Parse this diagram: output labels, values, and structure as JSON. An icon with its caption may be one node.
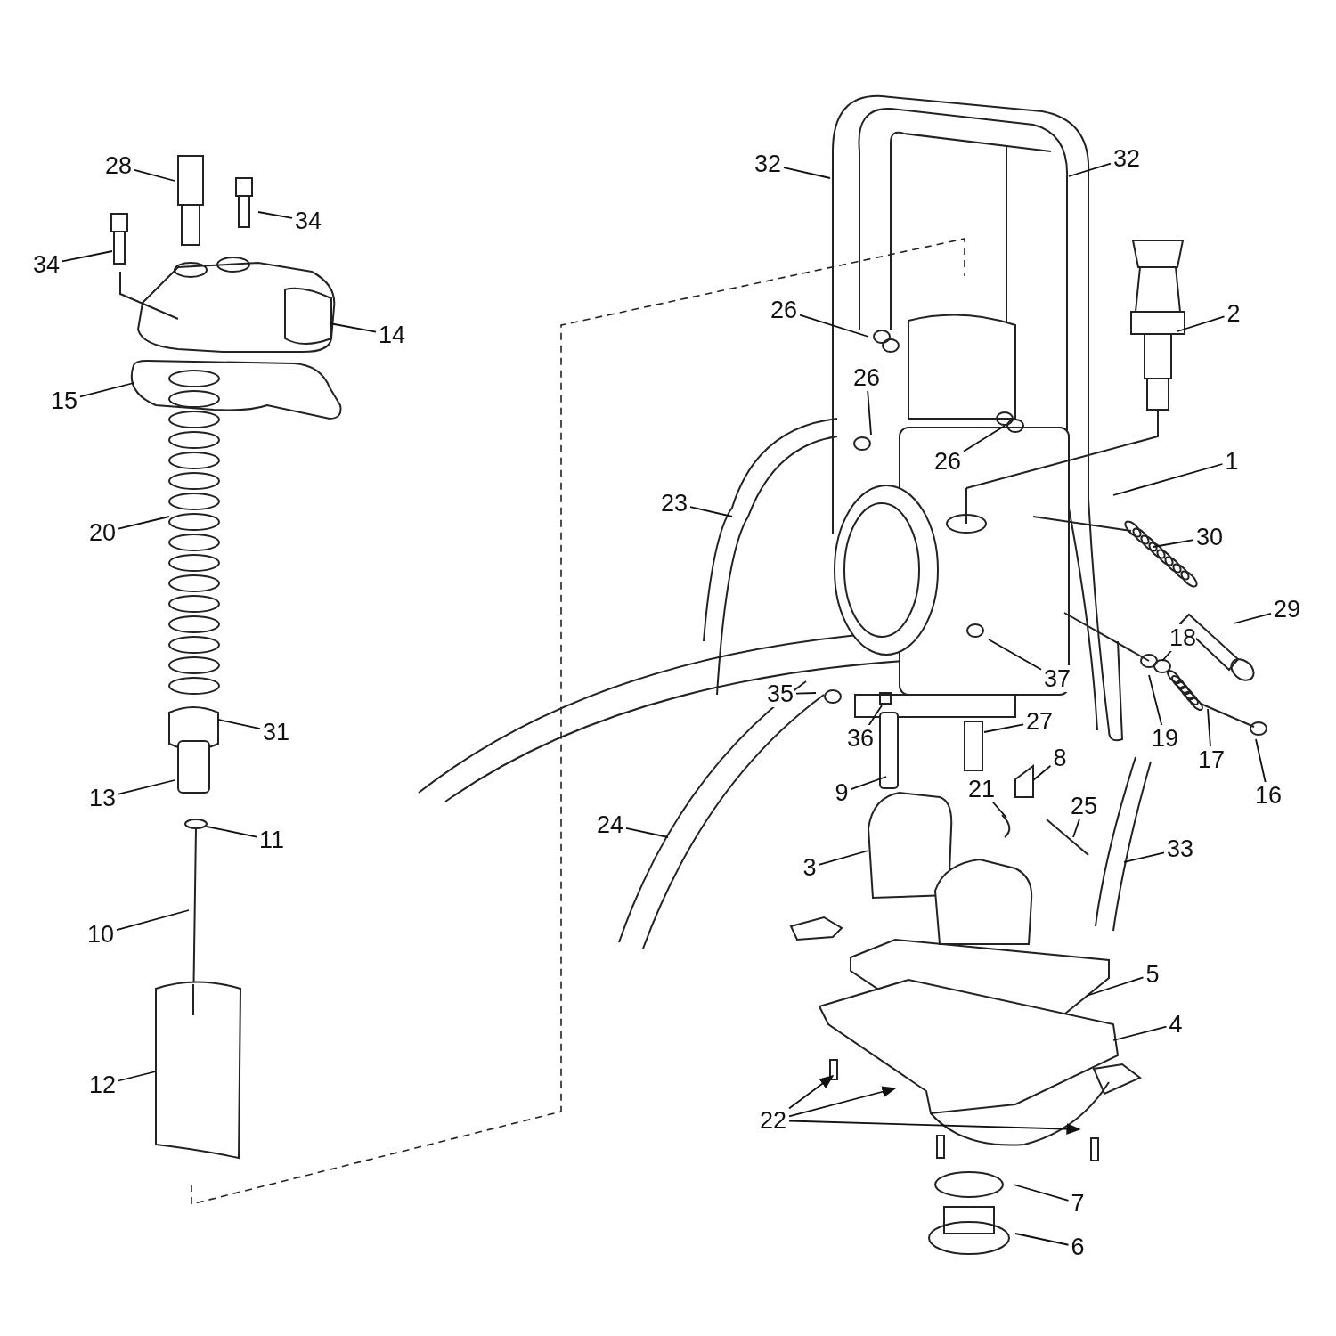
{
  "diagram": {
    "nodes": [
      {
        "text": [
          "28"
        ]
      },
      {
        "text": [
          "34"
        ]
      },
      {
        "text": [
          "34"
        ]
      },
      {
        "text": [
          "14"
        ]
      },
      {
        "text": [
          "15"
        ]
      },
      {
        "text": [
          "20"
        ]
      },
      {
        "text": [
          "31"
        ]
      },
      {
        "text": [
          "13"
        ]
      },
      {
        "text": [
          "11"
        ]
      },
      {
        "text": [
          "10"
        ]
      },
      {
        "text": [
          "12"
        ]
      },
      {
        "text": [
          "32"
        ]
      },
      {
        "text": [
          "32"
        ]
      },
      {
        "text": [
          "26"
        ]
      },
      {
        "text": [
          "2"
        ]
      },
      {
        "text": [
          "26"
        ]
      },
      {
        "text": [
          "26"
        ]
      },
      {
        "text": [
          "1"
        ]
      },
      {
        "text": [
          "23"
        ]
      },
      {
        "text": [
          "30"
        ]
      },
      {
        "text": [
          "29"
        ]
      },
      {
        "text": [
          "18"
        ]
      },
      {
        "text": [
          "37"
        ]
      },
      {
        "text": [
          "35"
        ]
      },
      {
        "text": [
          "19"
        ]
      },
      {
        "text": [
          "36"
        ]
      },
      {
        "text": [
          "27"
        ]
      },
      {
        "text": [
          "8"
        ]
      },
      {
        "text": [
          "17"
        ]
      },
      {
        "text": [
          "16"
        ]
      },
      {
        "text": [
          "9"
        ]
      },
      {
        "text": [
          "21"
        ]
      },
      {
        "text": [
          "25"
        ]
      },
      {
        "text": [
          "24"
        ]
      },
      {
        "text": [
          "33"
        ]
      },
      {
        "text": [
          "3"
        ]
      },
      {
        "text": [
          "5"
        ]
      },
      {
        "text": [
          "4"
        ]
      },
      {
        "text": [
          "22"
        ]
      },
      {
        "text": [
          "7"
        ]
      },
      {
        "text": [
          "6"
        ]
      }
    ],
    "edges": [
      {
        "from": 0,
        "to": null,
        "arrow": "none"
      },
      {
        "from": 1,
        "to": null,
        "arrow": "none"
      },
      {
        "from": 2,
        "to": null,
        "arrow": "none"
      },
      {
        "from": 3,
        "to": null,
        "arrow": "none"
      },
      {
        "from": 4,
        "to": null,
        "arrow": "none"
      },
      {
        "from": 5,
        "to": null,
        "arrow": "none"
      },
      {
        "from": 6,
        "to": null,
        "arrow": "none"
      },
      {
        "from": 7,
        "to": null,
        "arrow": "none"
      },
      {
        "from": 8,
        "to": null,
        "arrow": "none"
      },
      {
        "from": 9,
        "to": null,
        "arrow": "none"
      },
      {
        "from": 10,
        "to": null,
        "arrow": "none"
      },
      {
        "from": 11,
        "to": null,
        "arrow": "none"
      },
      {
        "from": 12,
        "to": null,
        "arrow": "none"
      },
      {
        "from": 13,
        "to": null,
        "arrow": "none"
      },
      {
        "from": 14,
        "to": null,
        "arrow": "none"
      },
      {
        "from": 15,
        "to": null,
        "arrow": "none"
      },
      {
        "from": 16,
        "to": null,
        "arrow": "none"
      },
      {
        "from": 17,
        "to": null,
        "arrow": "none"
      },
      {
        "from": 18,
        "to": null,
        "arrow": "none"
      },
      {
        "from": 19,
        "to": null,
        "arrow": "none"
      },
      {
        "from": 20,
        "to": null,
        "arrow": "none"
      },
      {
        "from": 21,
        "to": null,
        "arrow": "none"
      },
      {
        "from": 22,
        "to": null,
        "arrow": "none"
      },
      {
        "from": 23,
        "to": null,
        "arrow": "none"
      },
      {
        "from": 24,
        "to": null,
        "arrow": "none"
      },
      {
        "from": 25,
        "to": null,
        "arrow": "none"
      },
      {
        "from": 26,
        "to": null,
        "arrow": "none"
      },
      {
        "from": 27,
        "to": null,
        "arrow": "none"
      },
      {
        "from": 28,
        "to": null,
        "arrow": "none"
      },
      {
        "from": 29,
        "to": null,
        "arrow": "none"
      },
      {
        "from": 30,
        "to": null,
        "arrow": "none"
      },
      {
        "from": 31,
        "to": null,
        "arrow": "none"
      },
      {
        "from": 32,
        "to": null,
        "arrow": "none"
      },
      {
        "from": 33,
        "to": null,
        "arrow": "none"
      },
      {
        "from": 34,
        "to": null,
        "arrow": "none"
      },
      {
        "from": 35,
        "to": null,
        "arrow": "none"
      },
      {
        "from": 36,
        "to": null,
        "arrow": "none"
      },
      {
        "from": 37,
        "to": null,
        "arrow": "none"
      },
      {
        "from": 38,
        "to": null,
        "arrow": "to"
      },
      {
        "from": 38,
        "to": null,
        "arrow": "to"
      },
      {
        "from": 38,
        "to": null,
        "arrow": "to"
      },
      {
        "from": 39,
        "to": null,
        "arrow": "none"
      },
      {
        "from": 40,
        "to": null,
        "arrow": "none"
      }
    ]
  }
}
